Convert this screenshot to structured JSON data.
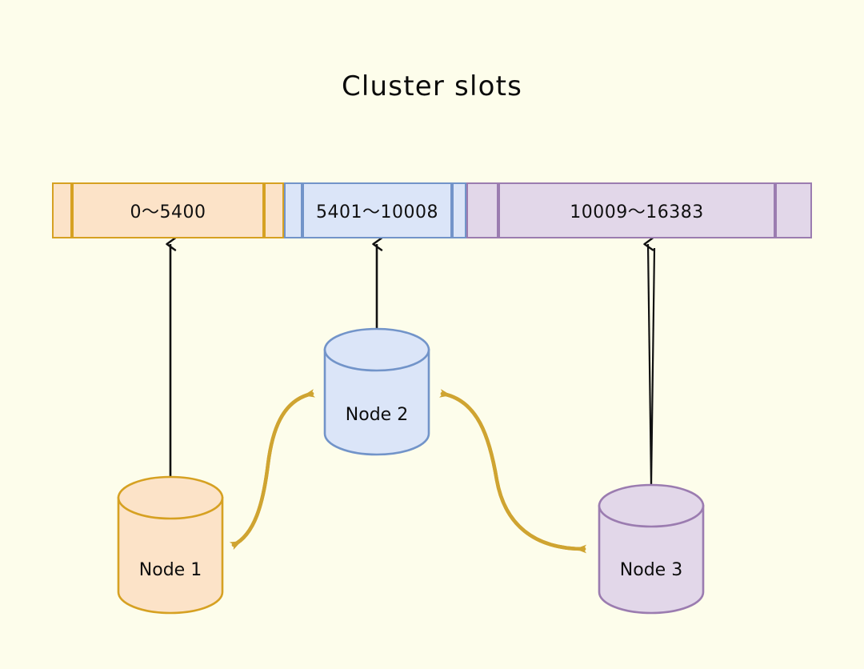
{
  "diagram": {
    "title": "Cluster slots",
    "background_color": "#fdfdeb"
  },
  "slot_bar": {
    "name": "cluster-slot-range-bar",
    "total_slots": 16384,
    "segments": [
      {
        "id": "node1-slots",
        "label": "0～5400",
        "range_start": 0,
        "range_end": 5400,
        "owner": "Node 1",
        "fill": "#fce3c8",
        "stroke": "#d6a122"
      },
      {
        "id": "node2-slots",
        "label": "5401～10008",
        "range_start": 5401,
        "range_end": 10008,
        "owner": "Node 2",
        "fill": "#dbe5f8",
        "stroke": "#7294c9"
      },
      {
        "id": "node3-slots",
        "label": "10009～16383",
        "range_start": 10009,
        "range_end": 16383,
        "owner": "Node 3",
        "fill": "#e2d7e9",
        "stroke": "#9b7cb0"
      }
    ]
  },
  "nodes": [
    {
      "id": "node-1",
      "label": "Node 1",
      "fill": "#fce3c8",
      "stroke": "#d6a122"
    },
    {
      "id": "node-2",
      "label": "Node 2",
      "fill": "#dbe5f8",
      "stroke": "#7294c9"
    },
    {
      "id": "node-3",
      "label": "Node 3",
      "fill": "#e2d7e9",
      "stroke": "#9b7cb0"
    }
  ],
  "connectors": {
    "slot_pointer_color": "#111111",
    "gossip_link_color": "#cfa431",
    "slot_pointers": [
      {
        "id": "node1-to-slots",
        "from": "Node 1",
        "to": "0～5400"
      },
      {
        "id": "node2-to-slots",
        "from": "Node 2",
        "to": "5401～10008"
      },
      {
        "id": "node3-to-slots",
        "from": "Node 3",
        "to": "10009～16383"
      }
    ],
    "gossip_links": [
      {
        "id": "node1-node2-link",
        "from": "Node 1",
        "to": "Node 2",
        "bidirectional": true
      },
      {
        "id": "node2-node3-link",
        "from": "Node 2",
        "to": "Node 3",
        "bidirectional": true
      }
    ]
  }
}
